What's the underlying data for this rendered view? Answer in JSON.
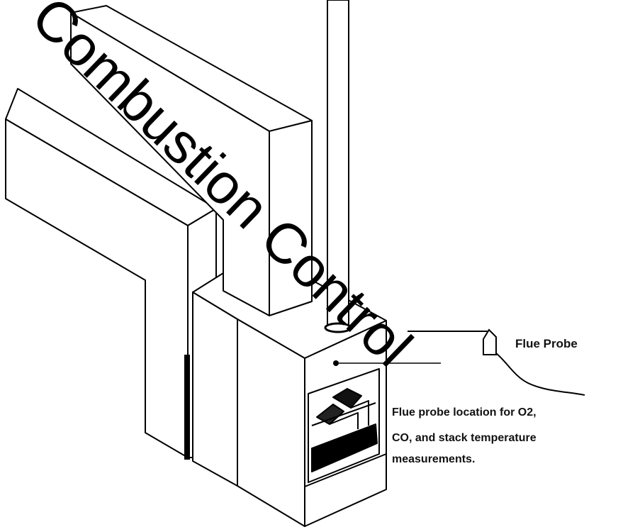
{
  "watermark": "Combustion Control",
  "labels": {
    "flue_probe": "Flue Probe",
    "location_line1": "Flue probe location for O2,",
    "location_line2": "CO, and stack temperature",
    "location_line3": "measurements."
  }
}
